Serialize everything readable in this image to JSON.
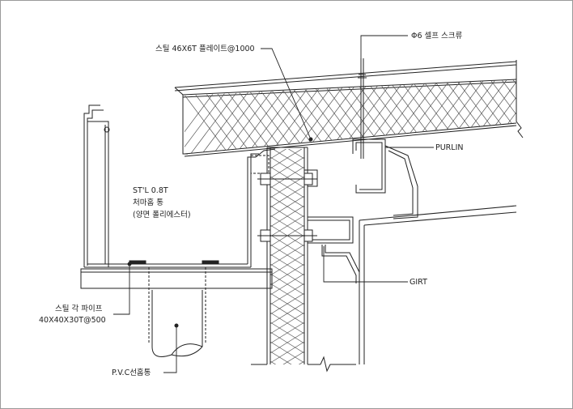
{
  "labels": {
    "screw": "Φ6 셀프 스크류",
    "plate": "스틸 46X6T 플레이트@1000",
    "purlin": "PURLIN",
    "girt": "GIRT",
    "gutter_line1": "ST'L 0.8T",
    "gutter_line2": "처마홈 통",
    "gutter_line3": "(양면 폴리에스터)",
    "pipe_line1": "스틸 각 파이프",
    "pipe_line2": "40X40X30T@500",
    "pvc": "P.V.C선홈통"
  },
  "colors": {
    "line": "#222222",
    "hatch": "#555555",
    "frame": "#9a9a9a"
  }
}
